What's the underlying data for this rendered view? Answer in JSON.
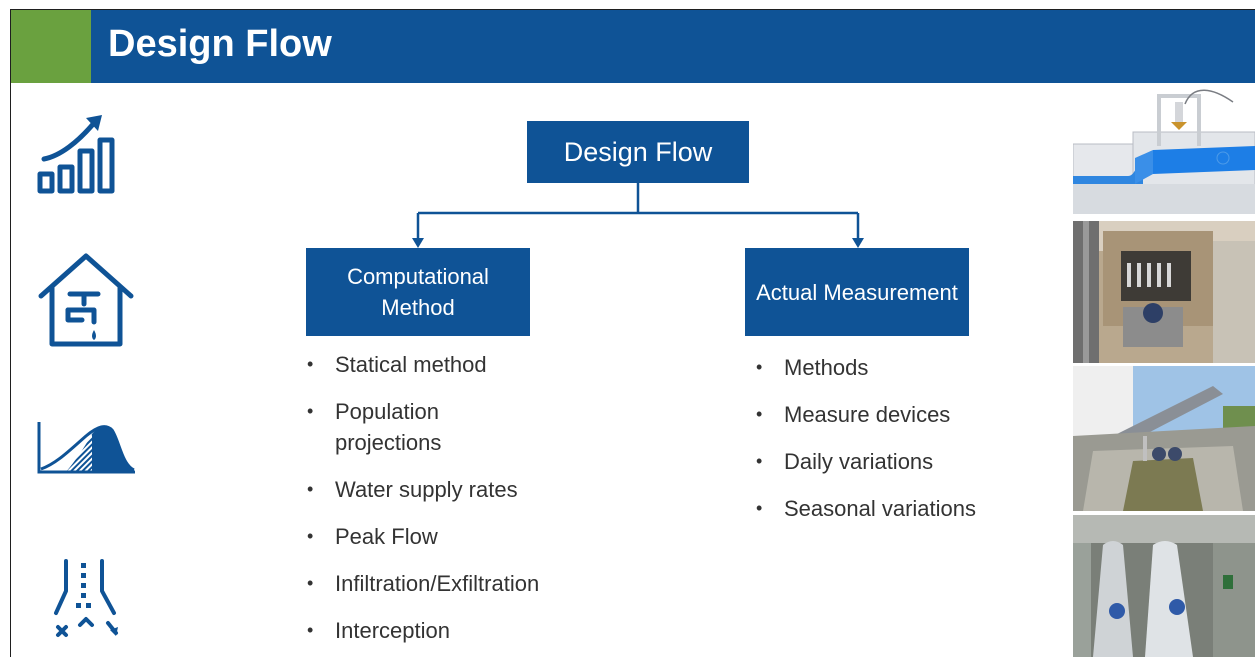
{
  "header": {
    "title": "Design Flow"
  },
  "diagram": {
    "root": "Design Flow",
    "left": {
      "label": "Computational Method",
      "items": [
        "Statical method",
        "Population projections",
        "Water supply rates",
        "Peak Flow",
        "Infiltration/Exfiltration",
        "Interception"
      ]
    },
    "right": {
      "label": "Actual Measurement",
      "items": [
        "Methods",
        "Measure devices",
        "Daily variations",
        "Seasonal variations"
      ]
    }
  },
  "icons": [
    "growth-chart-icon",
    "house-faucet-icon",
    "distribution-curve-icon",
    "flow-split-icon"
  ],
  "colors": {
    "primary": "#0f5396",
    "accent": "#6aa13f",
    "text": "#333333"
  }
}
